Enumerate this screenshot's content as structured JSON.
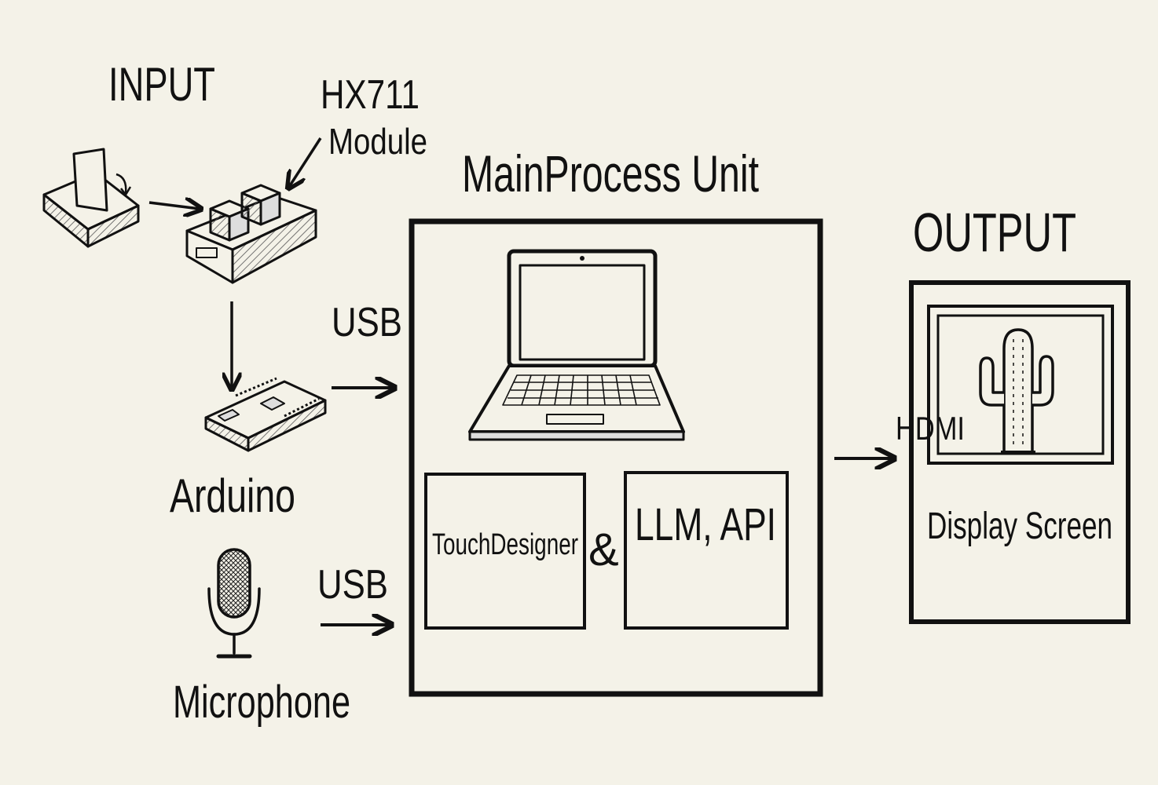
{
  "input": {
    "title": "INPUT",
    "hx711": {
      "line1": "HX711",
      "line2": "Module"
    },
    "arduino": "Arduino",
    "microphone": "Microphone"
  },
  "connections": {
    "usb_arduino": "USB",
    "usb_microphone": "USB",
    "hdmi": "HDMI",
    "ampersand": "&"
  },
  "main_unit": {
    "title": "MainProcess Unit",
    "software_left": "TouchDesigner",
    "software_right": "LLM, API"
  },
  "output": {
    "title": "OUTPUT",
    "display": "Display Screen"
  },
  "colors": {
    "ink": "#111111",
    "paper": "#f4f2e8",
    "hatch": "#555555"
  }
}
